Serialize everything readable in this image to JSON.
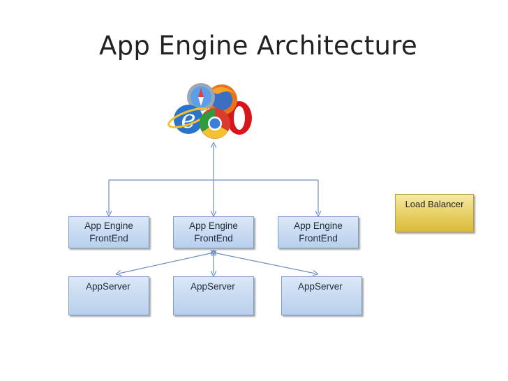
{
  "slide": {
    "title": "App Engine Architecture"
  },
  "load_balancer": {
    "label": "Load Balancer",
    "color": "#e6cf62"
  },
  "frontends": [
    {
      "line1": "App Engine",
      "line2": "FrontEnd"
    },
    {
      "line1": "App Engine",
      "line2": "FrontEnd"
    },
    {
      "line1": "App Engine",
      "line2": "FrontEnd"
    }
  ],
  "appservers": [
    {
      "label": "AppServer"
    },
    {
      "label": "AppServer"
    },
    {
      "label": "AppServer"
    }
  ],
  "icons": {
    "browsers": [
      "internet-explorer-icon",
      "safari-icon",
      "firefox-icon",
      "chrome-icon",
      "opera-icon"
    ]
  },
  "colors": {
    "box_border": "#7e9ec9",
    "box_fill": "#c6d9f1",
    "connector": "#6f8fbf"
  }
}
